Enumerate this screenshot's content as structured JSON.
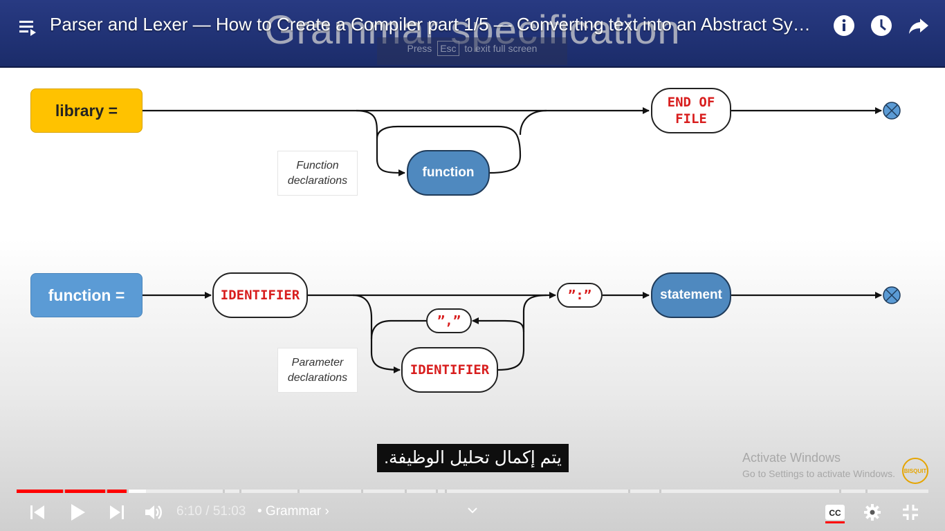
{
  "video": {
    "title": "Parser and Lexer — How to Create a Compiler part 1/5 — Converting text into an Abstract Sy…",
    "slide_title": "Grammar specification"
  },
  "esc_hint": {
    "prefix": "Press",
    "key": "Esc",
    "suffix": "to exit full screen"
  },
  "diagram": {
    "library_rule": "library =",
    "end_of_file": [
      "END OF",
      "FILE"
    ],
    "function_node": "function",
    "function_note": [
      "Function",
      "declarations"
    ],
    "function_rule": "function =",
    "identifier_1": "IDENTIFIER",
    "colon_token": "”:”",
    "statement_node": "statement",
    "comma_token": "”,”",
    "identifier_2": "IDENTIFIER",
    "parameter_note": [
      "Parameter",
      "declarations"
    ]
  },
  "subtitle": "يتم إكمال تحليل الوظيفة.",
  "watermark": {
    "line1": "Activate Windows",
    "line2": "Go to Settings to activate Windows.",
    "logo_text": "BISQUIT"
  },
  "player": {
    "current_time": "6:10",
    "separator": "/",
    "duration": "51:03",
    "chapter": "• Grammar",
    "played_fraction": 0.121,
    "buffered_fraction": 0.142,
    "chapter_markers": [
      0.051,
      0.097,
      0.121,
      0.226,
      0.244,
      0.308,
      0.378,
      0.426,
      0.46,
      0.47,
      0.671,
      0.705,
      0.902,
      0.931
    ]
  },
  "icons": {
    "menu": "playlist-icon",
    "info": "info-icon",
    "watch_later": "clock-icon",
    "share": "share-icon",
    "prev": "previous-icon",
    "play": "play-icon",
    "next": "next-icon",
    "volume": "volume-icon",
    "chevron": "chevron-down-icon",
    "cc": "captions-icon",
    "settings": "gear-icon",
    "exit_fullscreen": "exit-fullscreen-icon"
  },
  "colors": {
    "progress_played": "#ff0000",
    "library_fill": "#ffc200",
    "function_rule_fill": "#5b9bd5",
    "nonterminal_fill": "#4f89bf",
    "terminal_text": "#d81e1e"
  }
}
